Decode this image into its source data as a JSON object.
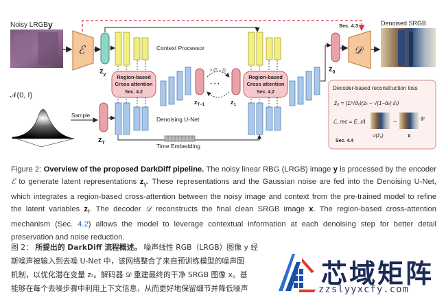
{
  "figure": {
    "noisy_input_label": "Noisy LRGB",
    "noisy_input_var": "y",
    "output_label": "Denoised SRGB",
    "encoder_symbol": "ℰ",
    "decoder_symbol": "𝒟",
    "zy_label": "z",
    "zy_sub": "y",
    "z0_label": "z",
    "z0_sub": "0",
    "zT_label": "z",
    "zT_sub": "T",
    "ztm1_label": "z",
    "ztm1_sub": "T−1",
    "z1_label": "z",
    "z1_sub": "1",
    "sec43": "Sec. 4.3",
    "context_processor": "Context Processor",
    "region_attn_1": "Region-based",
    "region_attn_2": "Cross attention",
    "region_attn_sec": "Sec. 4.2",
    "denoising_unet": "Denoising U-Net",
    "time_embedding": "Time Embedding",
    "noise_dist": "𝒩(0, I)",
    "sample": "Sample",
    "t_label": "× (T − 2)",
    "loss_title": "Decoder-based reconstruction loss",
    "loss_eq1": "ẑ₀ = (1/√ᾱₜ)(zₜ − √(1−ᾱₜ) ε̂ₜ)",
    "loss_eq2_left": "ℒ_rec = E_x‖",
    "loss_eq2_right": "‖²",
    "loss_minus": "−",
    "loss_sec": "Sec. 4.4",
    "loss_dz": "𝒟(ẑ₀)",
    "loss_x": "x"
  },
  "caption": {
    "label": "Figure 2:",
    "title": "Overview of the proposed DarkDiff pipeline.",
    "text1": " The noisy linear RBG (LRGB) image ",
    "var_y": "y",
    "text2": " is processed by the encoder ",
    "enc": "ℰ",
    "text3": " to generate latent representations ",
    "zy": "z",
    "zy_sub": "y",
    "text4": ". These representations and the Gaussian noise are fed into the Denoising U-Net, which integrates a region-based cross-attention between the noisy image and context from the pre-trained model to refine the latent variables ",
    "zt": "z",
    "zt_sub": "t",
    "text5": ". The decoder ",
    "dec": "𝒟",
    "text6": " reconstructs the final clean SRGB image ",
    "var_x": "x",
    "text7": ". The region-based cross-attention mechanism (Sec. ",
    "sec_link": "4.2",
    "text8": ") allows the model to leverage contextual information at each denoising step for better detail preservation and noise reduction."
  },
  "chinese": {
    "line1_label": "图 2：",
    "line1_title": "所提出的 DarkDiff 流程概述。",
    "line1_rest": "噪声线性 RGB（LRGB）图像 y 经",
    "line2": "斯噪声被输入到去噪 U-Net 中，该网络整合了来自预训练模型的噪声图",
    "line3": "机制，以优化潜在变量 zₜ。解码器 𝒟 重建最终的干净 SRGB 图像 x。基",
    "line4": "能够在每个去噪步骤中利用上下文信息，从而更好地保留细节并降低噪声"
  },
  "watermark": {
    "logo_name": "芯域矩阵",
    "logo_url": "zzslyyxcfy.com"
  },
  "colors": {
    "encoder_fill": "#f6c79b",
    "encoder_stroke": "#c8864a",
    "teal": "#8fd6c6",
    "pink": "#e8a2a8",
    "yellow": "#f2ef7e",
    "blue": "#a9c8ec",
    "red_arrow": "#d9363e",
    "loss_bg": "#fdf1ef",
    "loss_border": "#d98a8a"
  }
}
